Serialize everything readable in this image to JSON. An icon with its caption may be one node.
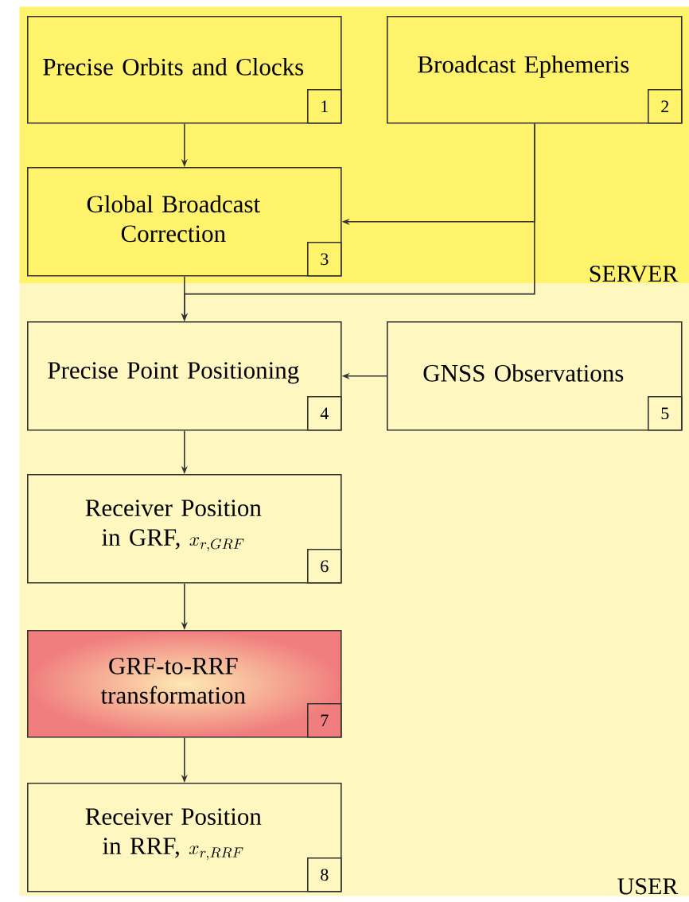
{
  "diagram": {
    "nodes": [
      {
        "text": [
          "SERVER"
        ]
      },
      {
        "text": [
          "Precise Orbits and Clocks",
          "1"
        ],
        "in": 0
      },
      {
        "text": [
          "Broadcast Ephemeris",
          "2"
        ],
        "in": 0
      },
      {
        "text": [
          "Global Broadcast Correction",
          "3"
        ],
        "in": 0
      },
      {
        "text": [
          "USER"
        ]
      },
      {
        "text": [
          "Precise Point Positioning",
          "4"
        ],
        "in": 4
      },
      {
        "text": [
          "GNSS Observations",
          "5"
        ],
        "in": 4
      },
      {
        "text": [
          "Receiver Position in GRF,",
          "x_{r,GRF}",
          "6"
        ],
        "in": 4
      },
      {
        "text": [
          "GRF-to-RRF transformation",
          "7"
        ],
        "in": 4
      },
      {
        "text": [
          "Receiver Position in RRF,",
          "x_{r,RRF}",
          "8"
        ],
        "in": 4
      }
    ],
    "edges": [
      {
        "from": 1,
        "to": 3,
        "arrow": "to"
      },
      {
        "from": 2,
        "to": 3,
        "arrow": "to"
      },
      {
        "from": 2,
        "to": 5,
        "arrow": "to"
      },
      {
        "from": 3,
        "to": 5,
        "arrow": "to"
      },
      {
        "from": 6,
        "to": 5,
        "arrow": "to"
      },
      {
        "from": 5,
        "to": 7,
        "arrow": "to"
      },
      {
        "from": 7,
        "to": 8,
        "arrow": "to"
      },
      {
        "from": 8,
        "to": 9,
        "arrow": "to"
      }
    ]
  }
}
